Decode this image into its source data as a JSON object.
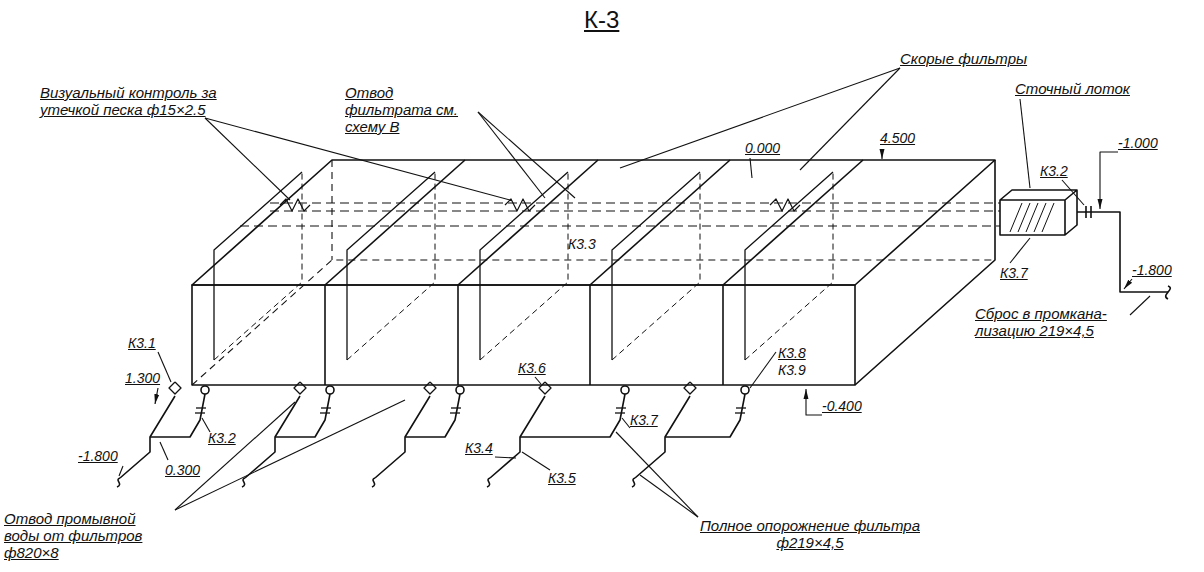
{
  "diagram": {
    "title": "К-3",
    "labels": [
      "Визуальный контроль за утечкой песка ф15×2.5",
      "Отвод фильтрата см. схему В",
      "Скорые фильтры",
      "4.500",
      "Сточный лоток",
      "К3.2",
      "-1.000",
      "0.000",
      "К3.3",
      "К3.7",
      "-1.800",
      "Сброс в промкана- лизацию 219×4,5",
      "К3.1",
      "1.300",
      "-1.800",
      "0.300",
      "К3.2",
      "К3.6",
      "К3.4",
      "К3.7",
      "К3.5",
      "К3.8",
      "К3.9",
      "-0.400",
      "Отвод промывной воды от фильтров ф820×8",
      "Полное опорожнение фильтра ф219×4,5"
    ]
  }
}
